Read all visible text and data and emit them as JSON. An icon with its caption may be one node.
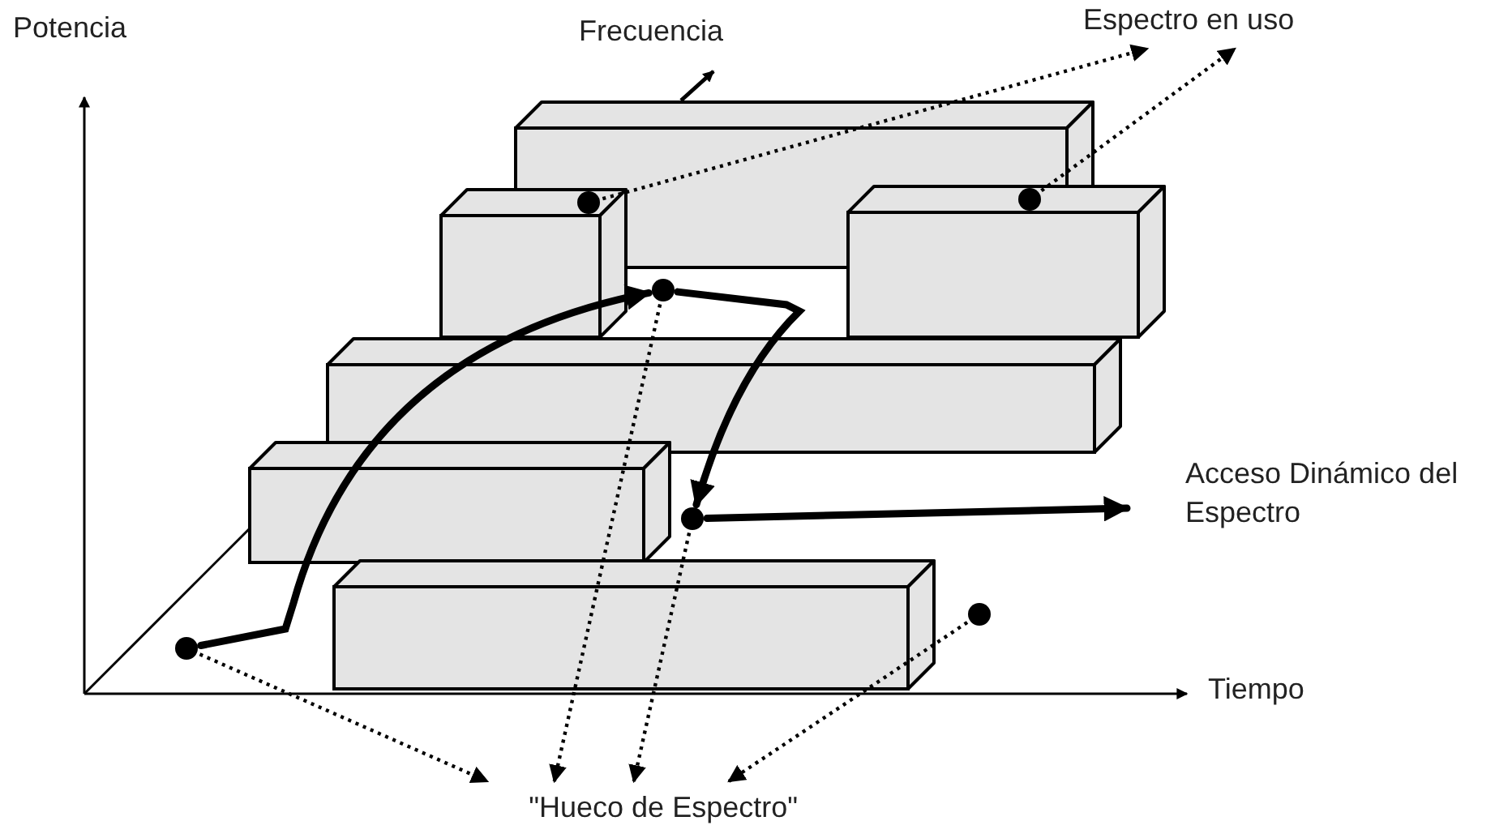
{
  "diagram": {
    "nodes": [
      {
        "text": [
          "Espectro en uso"
        ]
      },
      {
        "text": [],
        "shape": "circle"
      },
      {
        "text": [],
        "shape": "circle"
      },
      {
        "text": [],
        "shape": "circle"
      },
      {
        "text": [],
        "shape": "circle"
      },
      {
        "text": [],
        "shape": "circle"
      },
      {
        "text": [],
        "shape": "circle"
      },
      {
        "text": [
          "Acceso Dinámico del Espectro"
        ]
      },
      {
        "text": [
          "\"Hueco de Espectro\""
        ]
      }
    ],
    "edges": [
      {
        "from": 1,
        "to": 0,
        "arrow": "to",
        "style": "dashed"
      },
      {
        "from": 2,
        "to": 0,
        "arrow": "to",
        "style": "dashed"
      },
      {
        "from": 3,
        "to": 8,
        "arrow": "to",
        "style": "dashed"
      },
      {
        "from": 4,
        "to": 8,
        "arrow": "to",
        "style": "dashed"
      },
      {
        "from": 5,
        "to": 8,
        "arrow": "to",
        "style": "dashed"
      },
      {
        "from": 6,
        "to": 8,
        "arrow": "to",
        "style": "dashed"
      },
      {
        "from": 5,
        "to": 3,
        "arrow": "to",
        "style": "thick"
      },
      {
        "from": 3,
        "to": 4,
        "arrow": "to",
        "style": "thick"
      },
      {
        "from": 4,
        "to": 7,
        "arrow": "to",
        "style": "thick"
      }
    ],
    "labels": [
      "Potencia",
      "Frecuencia",
      "Tiempo"
    ]
  }
}
